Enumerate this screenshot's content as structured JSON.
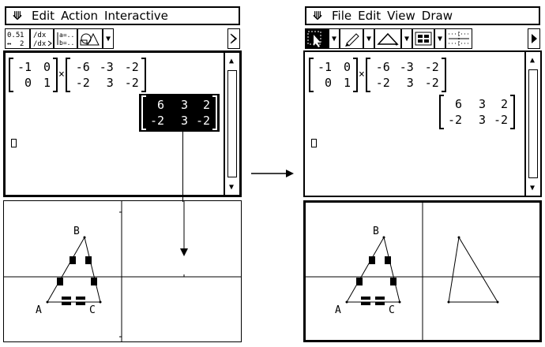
{
  "left_screen": {
    "menu": {
      "chevron": "≫",
      "items": [
        "Edit",
        "Action",
        "Interactive"
      ]
    },
    "toolbar": {
      "buttons": [
        "simp-icon",
        "derivative-icon",
        "equation-icon",
        "geometry-icon",
        "dropdown-arrow",
        "scroll-right-arrow"
      ],
      "labels": {
        "simp": "0.5 1/2",
        "diff": "d/dx"
      }
    },
    "math": {
      "matrix_a": [
        [
          "-1",
          "0"
        ],
        [
          "0",
          "1"
        ]
      ],
      "times": "×",
      "matrix_b": [
        [
          "-6",
          "-3",
          "-2"
        ],
        [
          "-2",
          "3",
          "-2"
        ]
      ],
      "result": [
        [
          "6",
          "3",
          "2"
        ],
        [
          "-2",
          "3",
          "-2"
        ]
      ],
      "result_highlighted": true
    },
    "geometry": {
      "label_a": "A",
      "label_b": "B",
      "label_c": "C",
      "selected": true
    }
  },
  "right_screen": {
    "menu": {
      "chevron": "≫",
      "items": [
        "File",
        "Edit",
        "View",
        "Draw"
      ]
    },
    "toolbar": {
      "buttons": [
        "select-arrow-icon",
        "pen-icon",
        "triangle-icon",
        "grid-icon",
        "dots-grid-icon",
        "scroll-right-arrow"
      ]
    },
    "math": {
      "matrix_a": [
        [
          "-1",
          "0"
        ],
        [
          "0",
          "1"
        ]
      ],
      "times": "×",
      "matrix_b": [
        [
          "-6",
          "-3",
          "-2"
        ],
        [
          "-2",
          "3",
          "-2"
        ]
      ],
      "result": [
        [
          "6",
          "3",
          "2"
        ],
        [
          "-2",
          "3",
          "-2"
        ]
      ]
    },
    "geometry": {
      "label_a": "A",
      "label_b": "B",
      "label_c": "C"
    }
  },
  "transition_arrow": "→",
  "colors": {
    "ink": "#000000",
    "paper": "#ffffff"
  }
}
